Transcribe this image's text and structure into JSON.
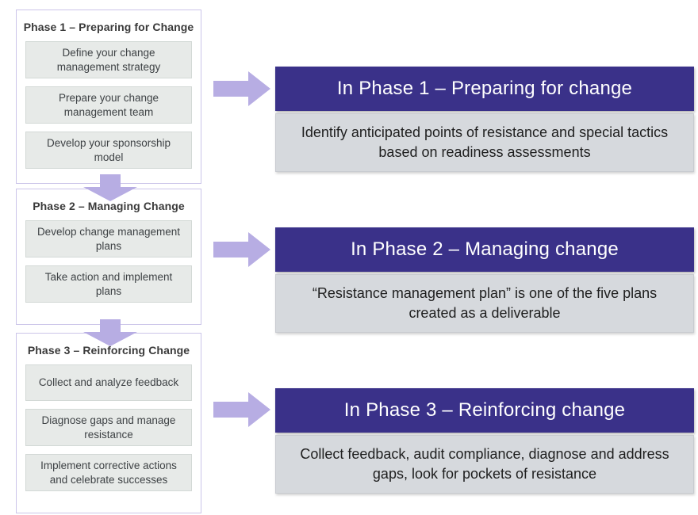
{
  "colors": {
    "banner_bg": "#3A3189",
    "arrow_fill": "#B7ADE3",
    "panel_border": "#CBC4E9",
    "step_bg": "#E7EAE8",
    "step_border": "#D3D9D6",
    "desc_bg": "#D6D9DD",
    "desc_border": "#C8CBD0",
    "heading_text": "#3A3A3A",
    "step_text": "#3E4245",
    "desc_text": "#1E1E1E",
    "banner_text": "#FFFFFF"
  },
  "left": {
    "phases": [
      {
        "title": "Phase 1 – Preparing for Change",
        "steps": [
          "Define your change management strategy",
          "Prepare your change management team",
          "Develop your sponsorship model"
        ]
      },
      {
        "title": "Phase 2 – Managing Change",
        "steps": [
          "Develop change management plans",
          "Take action and implement plans"
        ]
      },
      {
        "title": "Phase 3 – Reinforcing Change",
        "steps": [
          "Collect and analyze feedback",
          "Diagnose gaps and manage resistance",
          "Implement corrective actions and celebrate successes"
        ]
      }
    ]
  },
  "right": {
    "rows": [
      {
        "heading": "In Phase 1 – Preparing for change",
        "description": "Identify anticipated points of resistance and special tactics based on readiness assessments"
      },
      {
        "heading": "In Phase 2 – Managing change",
        "description": "“Resistance management plan” is one of the five plans created as a deliverable"
      },
      {
        "heading": "In Phase 3 – Reinforcing change",
        "description": "Collect feedback, audit compliance, diagnose and address gaps, look for pockets of resistance"
      }
    ]
  },
  "icons": {
    "down_arrow": "down-arrow-icon",
    "right_arrow": "right-arrow-icon"
  }
}
